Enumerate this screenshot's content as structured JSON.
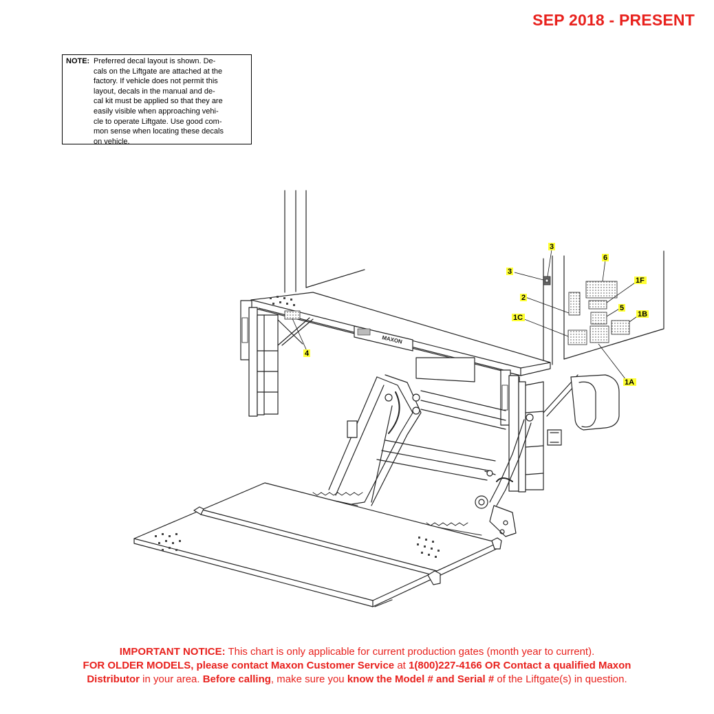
{
  "header": {
    "date_range": "SEP 2018 - PRESENT"
  },
  "note": {
    "label": "NOTE:",
    "lines": [
      "Preferred decal layout is shown. De-",
      "cals on the Liftgate are attached at the",
      "factory. If vehicle does not permit this",
      "layout, decals in the manual and de-",
      "cal kit must be applied so that they are",
      "easily visible when approaching vehi-",
      "cle to operate Liftgate. Use good com-",
      "mon sense when locating these decals",
      "on vehicle."
    ]
  },
  "diagram": {
    "brand_text": "MAXON",
    "callouts": {
      "c3a": "3",
      "c3b": "3",
      "c6": "6",
      "c1f": "1F",
      "c2": "2",
      "c5": "5",
      "c1b": "1B",
      "c1c": "1C",
      "c4": "4",
      "c1a": "1A"
    }
  },
  "notice": {
    "line1": {
      "bold": "IMPORTANT NOTICE:",
      "rest": " This chart is only applicable for current production gates (month year to current)."
    },
    "line2": {
      "bold1": "FOR OLDER MODELS, please contact Maxon Customer Service",
      "mid": " at ",
      "bold2": "1(800)227-4166 OR Contact a qualified Maxon"
    },
    "line3": {
      "bold1": "Distributor",
      "mid1": " in your area. ",
      "bold2": "Before calling",
      "mid2": ", make sure you ",
      "bold3": "know the Model # and Serial #",
      "end": " of the Liftgate(s) in question."
    }
  },
  "colors": {
    "accent_red": "#e8211d",
    "callout_highlight": "#ffff33"
  }
}
